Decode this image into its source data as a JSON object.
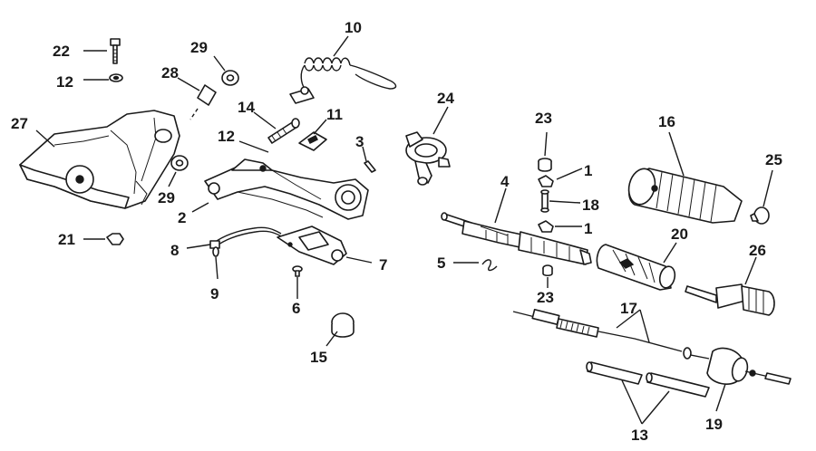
{
  "callouts": [
    {
      "id": "c22",
      "text": "22"
    },
    {
      "id": "c12a",
      "text": "12"
    },
    {
      "id": "c29a",
      "text": "29"
    },
    {
      "id": "c28",
      "text": "28"
    },
    {
      "id": "c27",
      "text": "27"
    },
    {
      "id": "c29b",
      "text": "29"
    },
    {
      "id": "c21",
      "text": "21"
    },
    {
      "id": "c10",
      "text": "10"
    },
    {
      "id": "c14",
      "text": "14"
    },
    {
      "id": "c11",
      "text": "11"
    },
    {
      "id": "c12b",
      "text": "12"
    },
    {
      "id": "c3",
      "text": "3"
    },
    {
      "id": "c2",
      "text": "2"
    },
    {
      "id": "c8",
      "text": "8"
    },
    {
      "id": "c9",
      "text": "9"
    },
    {
      "id": "c6",
      "text": "6"
    },
    {
      "id": "c7",
      "text": "7"
    },
    {
      "id": "c15",
      "text": "15"
    },
    {
      "id": "c24",
      "text": "24"
    },
    {
      "id": "c23a",
      "text": "23"
    },
    {
      "id": "c1a",
      "text": "1"
    },
    {
      "id": "c18",
      "text": "18"
    },
    {
      "id": "c1b",
      "text": "1"
    },
    {
      "id": "c4",
      "text": "4"
    },
    {
      "id": "c5",
      "text": "5"
    },
    {
      "id": "c23b",
      "text": "23"
    },
    {
      "id": "c16",
      "text": "16"
    },
    {
      "id": "c25",
      "text": "25"
    },
    {
      "id": "c20",
      "text": "20"
    },
    {
      "id": "c26",
      "text": "26"
    },
    {
      "id": "c17",
      "text": "17"
    },
    {
      "id": "c13",
      "text": "13"
    },
    {
      "id": "c19",
      "text": "19"
    }
  ]
}
